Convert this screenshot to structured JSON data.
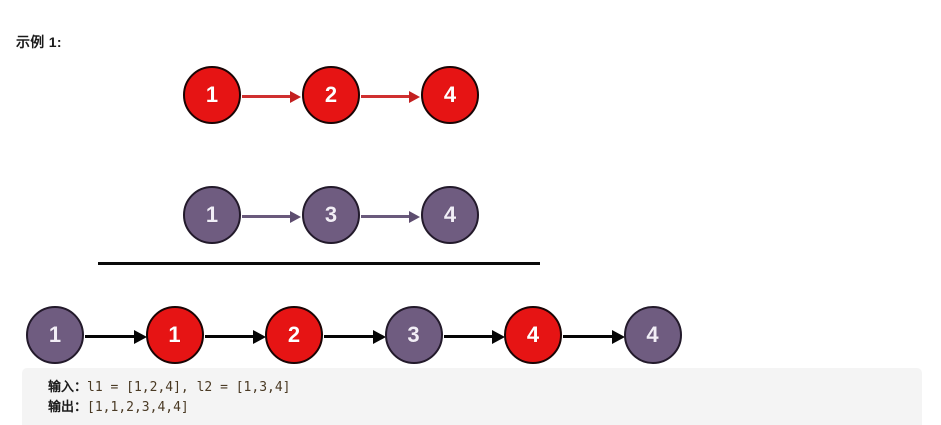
{
  "page": {
    "background_color": "#ffffff",
    "section_title": "示例 1:"
  },
  "palette": {
    "red_fill": "#e61414",
    "red_border": "#1a0505",
    "purple_fill": "#6f5c80",
    "purple_border": "#231a2b",
    "red_arrow": "#d03030",
    "purple_arrow": "#6a5a7c",
    "black_arrow": "#050505",
    "code_background": "#f4f4f4",
    "node_text": "#ffffff"
  },
  "diagram": {
    "list1": {
      "name": "l1",
      "color": "red",
      "nodes": [
        {
          "label": "1",
          "color": "red"
        },
        {
          "label": "2",
          "color": "red"
        },
        {
          "label": "4",
          "color": "red"
        }
      ]
    },
    "list2": {
      "name": "l2",
      "color": "purple",
      "nodes": [
        {
          "label": "1",
          "color": "purple"
        },
        {
          "label": "3",
          "color": "purple"
        },
        {
          "label": "4",
          "color": "purple"
        }
      ]
    },
    "divider": true,
    "merged": {
      "name": "merged",
      "nodes": [
        {
          "label": "1",
          "color": "purple"
        },
        {
          "label": "1",
          "color": "red"
        },
        {
          "label": "2",
          "color": "red"
        },
        {
          "label": "3",
          "color": "purple"
        },
        {
          "label": "4",
          "color": "red"
        },
        {
          "label": "4",
          "color": "purple"
        }
      ]
    }
  },
  "example": {
    "input_label": "输入：",
    "input_value": "l1 = [1,2,4], l2 = [1,3,4]",
    "output_label": "输出：",
    "output_value": "[1,1,2,3,4,4]"
  }
}
